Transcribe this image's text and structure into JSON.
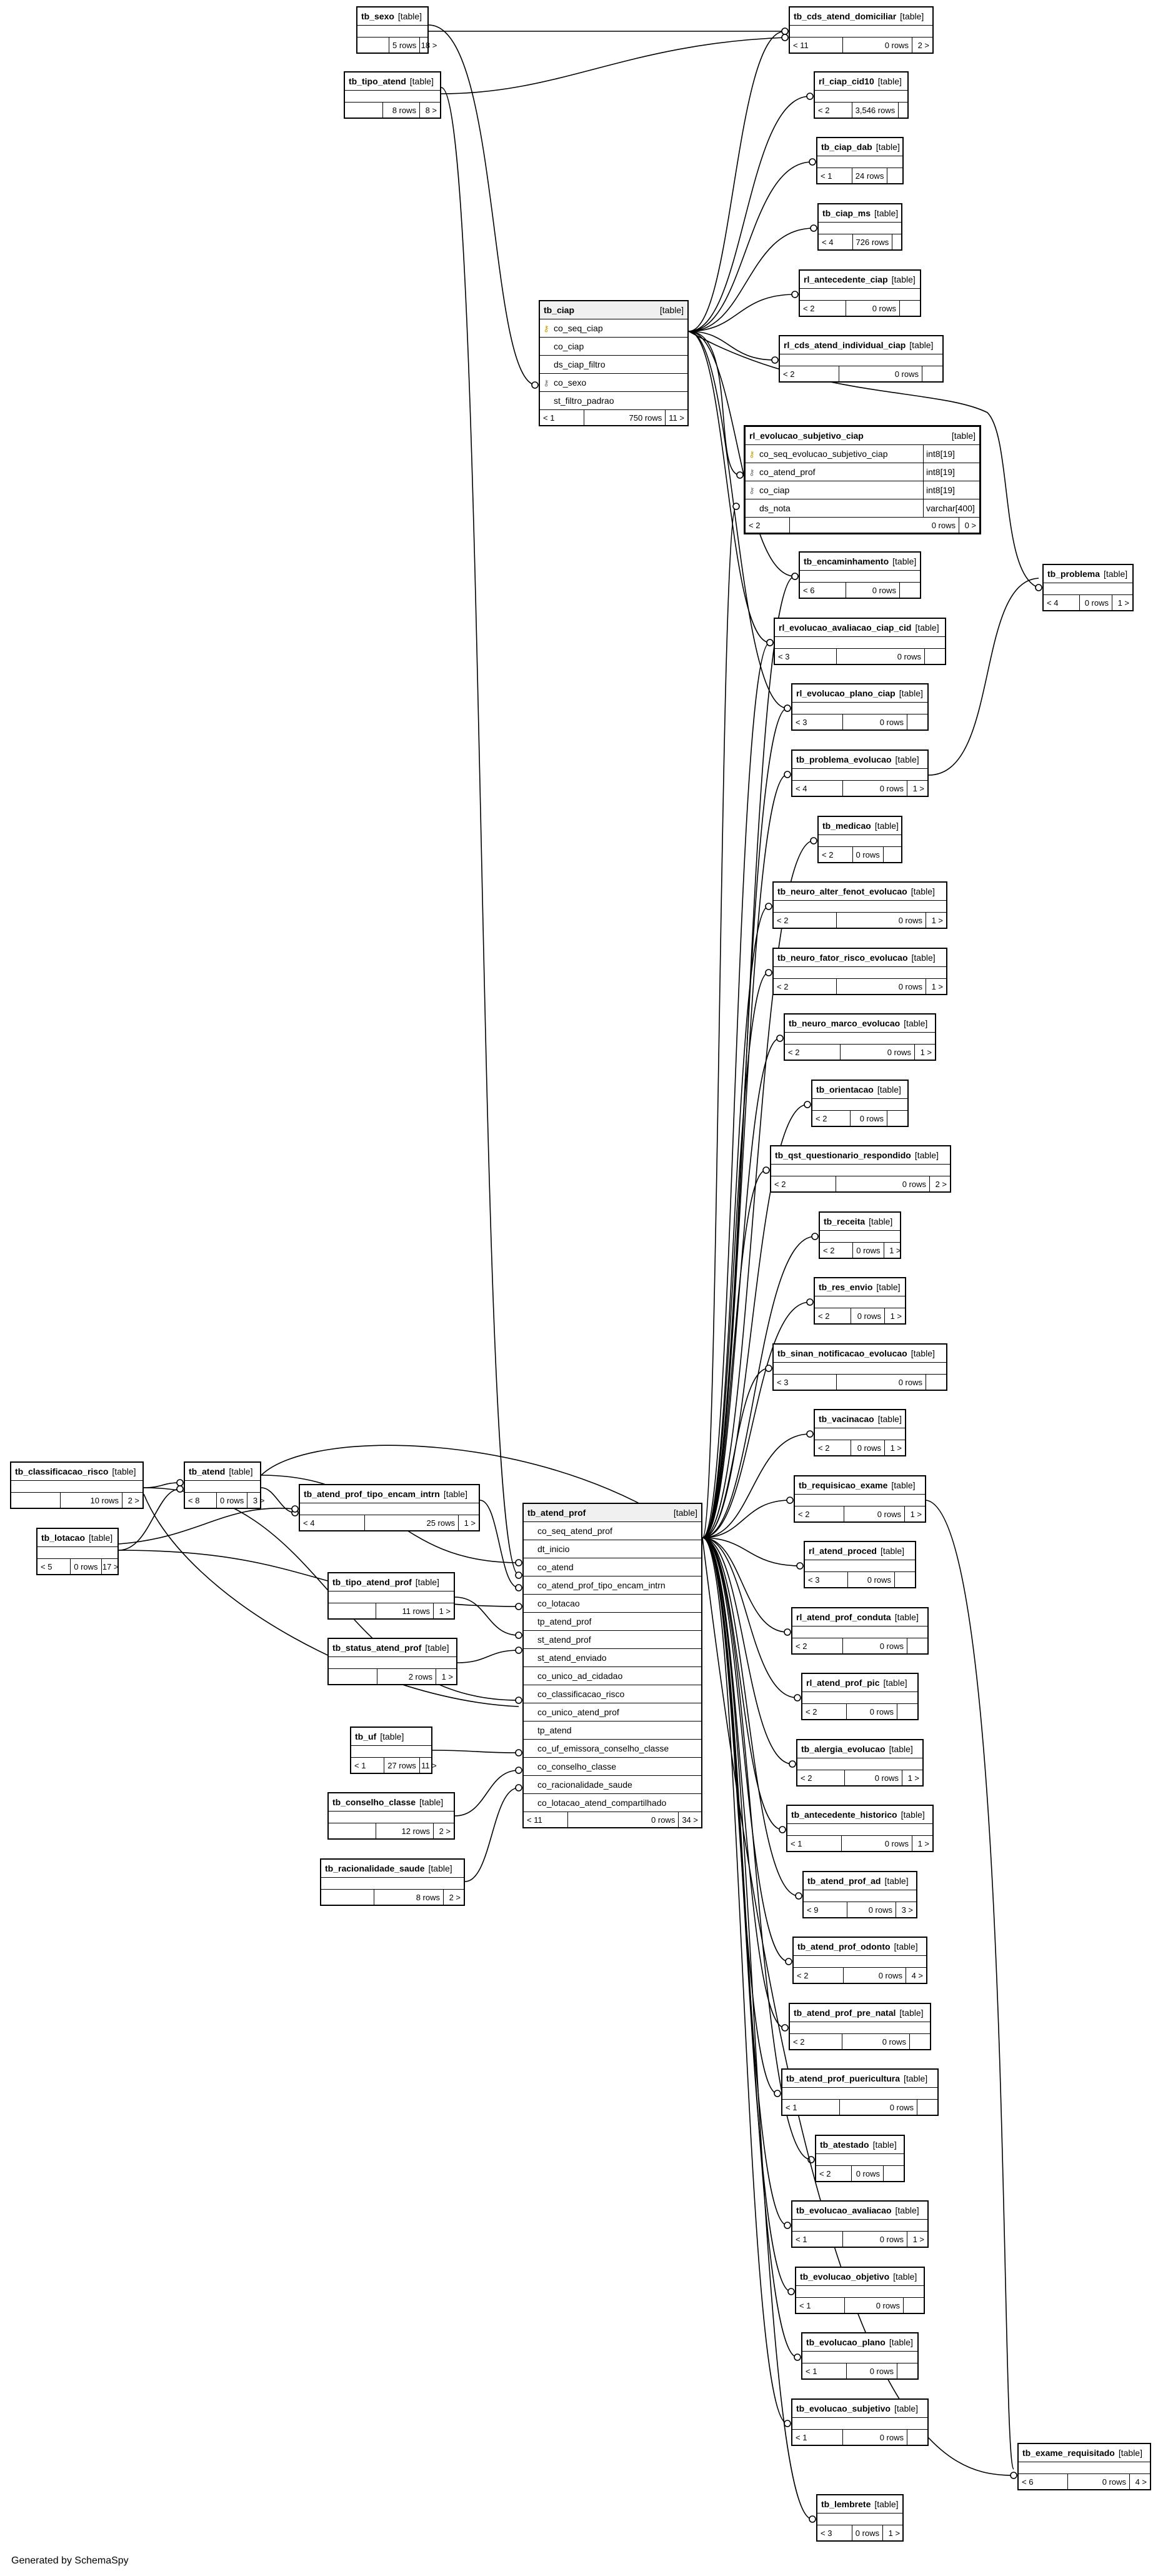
{
  "generated_by": "Generated by SchemaSpy",
  "table_kind": "[table]",
  "tables": [
    {
      "id": "tb_sexo",
      "name": "tb_sexo",
      "parents": "",
      "rows": "5 rows",
      "children": "18 >"
    },
    {
      "id": "tb_tipo_atend",
      "name": "tb_tipo_atend",
      "parents": "",
      "rows": "8 rows",
      "children": "8 >"
    },
    {
      "id": "tb_cds_atend_domiciliar",
      "name": "tb_cds_atend_domiciliar",
      "parents": "< 11",
      "rows": "0 rows",
      "children": "2 >"
    },
    {
      "id": "rl_ciap_cid10",
      "name": "rl_ciap_cid10",
      "parents": "< 2",
      "rows": "3,546 rows",
      "children": ""
    },
    {
      "id": "tb_ciap_dab",
      "name": "tb_ciap_dab",
      "parents": "< 1",
      "rows": "24 rows",
      "children": ""
    },
    {
      "id": "tb_ciap_ms",
      "name": "tb_ciap_ms",
      "parents": "< 4",
      "rows": "726 rows",
      "children": ""
    },
    {
      "id": "rl_antecedente_ciap",
      "name": "rl_antecedente_ciap",
      "parents": "< 2",
      "rows": "0 rows",
      "children": ""
    },
    {
      "id": "rl_cds_atend_individual_ciap",
      "name": "rl_cds_atend_individual_ciap",
      "parents": "< 2",
      "rows": "0 rows",
      "children": ""
    },
    {
      "id": "tb_ciap",
      "name": "tb_ciap",
      "parents": "< 1",
      "rows": "750 rows",
      "children": "11 >",
      "columns": [
        {
          "key": "pk",
          "name": "co_seq_ciap"
        },
        {
          "key": "",
          "name": "co_ciap"
        },
        {
          "key": "",
          "name": "ds_ciap_filtro"
        },
        {
          "key": "fk",
          "name": "co_sexo"
        },
        {
          "key": "",
          "name": "st_filtro_padrao"
        }
      ]
    },
    {
      "id": "rl_evolucao_subjetivo_ciap",
      "name": "rl_evolucao_subjetivo_ciap",
      "parents": "< 2",
      "rows": "0 rows",
      "children": "0 >",
      "columns": [
        {
          "key": "pk",
          "name": "co_seq_evolucao_subjetivo_ciap",
          "type": "int8[19]"
        },
        {
          "key": "fk",
          "name": "co_atend_prof",
          "type": "int8[19]"
        },
        {
          "key": "fk",
          "name": "co_ciap",
          "type": "int8[19]"
        },
        {
          "key": "",
          "name": "ds_nota",
          "type": "varchar[400]"
        }
      ]
    },
    {
      "id": "tb_problema",
      "name": "tb_problema",
      "parents": "< 4",
      "rows": "0 rows",
      "children": "1 >"
    },
    {
      "id": "tb_encaminhamento",
      "name": "tb_encaminhamento",
      "parents": "< 6",
      "rows": "0 rows",
      "children": ""
    },
    {
      "id": "rl_evolucao_avaliacao_ciap_cid",
      "name": "rl_evolucao_avaliacao_ciap_cid",
      "parents": "< 3",
      "rows": "0 rows",
      "children": ""
    },
    {
      "id": "rl_evolucao_plano_ciap",
      "name": "rl_evolucao_plano_ciap",
      "parents": "< 3",
      "rows": "0 rows",
      "children": ""
    },
    {
      "id": "tb_problema_evolucao",
      "name": "tb_problema_evolucao",
      "parents": "< 4",
      "rows": "0 rows",
      "children": "1 >"
    },
    {
      "id": "tb_medicao",
      "name": "tb_medicao",
      "parents": "< 2",
      "rows": "0 rows",
      "children": ""
    },
    {
      "id": "tb_neuro_alter_fenot_evolucao",
      "name": "tb_neuro_alter_fenot_evolucao",
      "parents": "< 2",
      "rows": "0 rows",
      "children": "1 >"
    },
    {
      "id": "tb_neuro_fator_risco_evolucao",
      "name": "tb_neuro_fator_risco_evolucao",
      "parents": "< 2",
      "rows": "0 rows",
      "children": "1 >"
    },
    {
      "id": "tb_neuro_marco_evolucao",
      "name": "tb_neuro_marco_evolucao",
      "parents": "< 2",
      "rows": "0 rows",
      "children": "1 >"
    },
    {
      "id": "tb_orientacao",
      "name": "tb_orientacao",
      "parents": "< 2",
      "rows": "0 rows",
      "children": ""
    },
    {
      "id": "tb_qst_questionario_respondido",
      "name": "tb_qst_questionario_respondido",
      "parents": "< 2",
      "rows": "0 rows",
      "children": "2 >"
    },
    {
      "id": "tb_receita",
      "name": "tb_receita",
      "parents": "< 2",
      "rows": "0 rows",
      "children": "1 >"
    },
    {
      "id": "tb_res_envio",
      "name": "tb_res_envio",
      "parents": "< 2",
      "rows": "0 rows",
      "children": "1 >"
    },
    {
      "id": "tb_sinan_notificacao_evolucao",
      "name": "tb_sinan_notificacao_evolucao",
      "parents": "< 3",
      "rows": "0 rows",
      "children": ""
    },
    {
      "id": "tb_vacinacao",
      "name": "tb_vacinacao",
      "parents": "< 2",
      "rows": "0 rows",
      "children": "1 >"
    },
    {
      "id": "tb_requisicao_exame",
      "name": "tb_requisicao_exame",
      "parents": "< 2",
      "rows": "0 rows",
      "children": "1 >"
    },
    {
      "id": "rl_atend_proced",
      "name": "rl_atend_proced",
      "parents": "< 3",
      "rows": "0 rows",
      "children": ""
    },
    {
      "id": "rl_atend_prof_conduta",
      "name": "rl_atend_prof_conduta",
      "parents": "< 2",
      "rows": "0 rows",
      "children": ""
    },
    {
      "id": "rl_atend_prof_pic",
      "name": "rl_atend_prof_pic",
      "parents": "< 2",
      "rows": "0 rows",
      "children": ""
    },
    {
      "id": "tb_alergia_evolucao",
      "name": "tb_alergia_evolucao",
      "parents": "< 2",
      "rows": "0 rows",
      "children": "1 >"
    },
    {
      "id": "tb_antecedente_historico",
      "name": "tb_antecedente_historico",
      "parents": "< 1",
      "rows": "0 rows",
      "children": "1 >"
    },
    {
      "id": "tb_atend_prof_ad",
      "name": "tb_atend_prof_ad",
      "parents": "< 9",
      "rows": "0 rows",
      "children": "3 >"
    },
    {
      "id": "tb_atend_prof_odonto",
      "name": "tb_atend_prof_odonto",
      "parents": "< 2",
      "rows": "0 rows",
      "children": "4 >"
    },
    {
      "id": "tb_atend_prof_pre_natal",
      "name": "tb_atend_prof_pre_natal",
      "parents": "< 2",
      "rows": "0 rows",
      "children": ""
    },
    {
      "id": "tb_atend_prof_puericultura",
      "name": "tb_atend_prof_puericultura",
      "parents": "< 1",
      "rows": "0 rows",
      "children": ""
    },
    {
      "id": "tb_atestado",
      "name": "tb_atestado",
      "parents": "< 2",
      "rows": "0 rows",
      "children": ""
    },
    {
      "id": "tb_evolucao_avaliacao",
      "name": "tb_evolucao_avaliacao",
      "parents": "< 1",
      "rows": "0 rows",
      "children": "1 >"
    },
    {
      "id": "tb_evolucao_objetivo",
      "name": "tb_evolucao_objetivo",
      "parents": "< 1",
      "rows": "0 rows",
      "children": ""
    },
    {
      "id": "tb_evolucao_plano",
      "name": "tb_evolucao_plano",
      "parents": "< 1",
      "rows": "0 rows",
      "children": ""
    },
    {
      "id": "tb_evolucao_subjetivo",
      "name": "tb_evolucao_subjetivo",
      "parents": "< 1",
      "rows": "0 rows",
      "children": ""
    },
    {
      "id": "tb_exame_requisitado",
      "name": "tb_exame_requisitado",
      "parents": "< 6",
      "rows": "0 rows",
      "children": "4 >"
    },
    {
      "id": "tb_lembrete",
      "name": "tb_lembrete",
      "parents": "< 3",
      "rows": "0 rows",
      "children": "1 >"
    },
    {
      "id": "tb_classificacao_risco",
      "name": "tb_classificacao_risco",
      "parents": "",
      "rows": "10 rows",
      "children": "2 >"
    },
    {
      "id": "tb_atend",
      "name": "tb_atend",
      "parents": "< 8",
      "rows": "0 rows",
      "children": "3 >"
    },
    {
      "id": "tb_atend_prof_tipo_encam_intrn",
      "name": "tb_atend_prof_tipo_encam_intrn",
      "parents": "< 4",
      "rows": "25 rows",
      "children": "1 >"
    },
    {
      "id": "tb_lotacao",
      "name": "tb_lotacao",
      "parents": "< 5",
      "rows": "0 rows",
      "children": "17 >"
    },
    {
      "id": "tb_tipo_atend_prof",
      "name": "tb_tipo_atend_prof",
      "parents": "",
      "rows": "11 rows",
      "children": "1 >"
    },
    {
      "id": "tb_status_atend_prof",
      "name": "tb_status_atend_prof",
      "parents": "",
      "rows": "2 rows",
      "children": "1 >"
    },
    {
      "id": "tb_uf",
      "name": "tb_uf",
      "parents": "< 1",
      "rows": "27 rows",
      "children": "11 >"
    },
    {
      "id": "tb_conselho_classe",
      "name": "tb_conselho_classe",
      "parents": "",
      "rows": "12 rows",
      "children": "2 >"
    },
    {
      "id": "tb_racionalidade_saude",
      "name": "tb_racionalidade_saude",
      "parents": "",
      "rows": "8 rows",
      "children": "2 >"
    },
    {
      "id": "tb_atend_prof",
      "name": "tb_atend_prof",
      "parents": "< 11",
      "rows": "0 rows",
      "children": "34 >",
      "columns": [
        {
          "key": "",
          "name": "co_seq_atend_prof"
        },
        {
          "key": "",
          "name": "dt_inicio"
        },
        {
          "key": "",
          "name": "co_atend"
        },
        {
          "key": "",
          "name": "co_atend_prof_tipo_encam_intrn"
        },
        {
          "key": "",
          "name": "co_lotacao"
        },
        {
          "key": "",
          "name": "tp_atend_prof"
        },
        {
          "key": "",
          "name": "st_atend_prof"
        },
        {
          "key": "",
          "name": "st_atend_enviado"
        },
        {
          "key": "",
          "name": "co_unico_ad_cidadao"
        },
        {
          "key": "",
          "name": "co_classificacao_risco"
        },
        {
          "key": "",
          "name": "co_unico_atend_prof"
        },
        {
          "key": "",
          "name": "tp_atend"
        },
        {
          "key": "",
          "name": "co_uf_emissora_conselho_classe"
        },
        {
          "key": "",
          "name": "co_conselho_classe"
        },
        {
          "key": "",
          "name": "co_racionalidade_saude"
        },
        {
          "key": "",
          "name": "co_lotacao_atend_compartilhado"
        }
      ]
    }
  ]
}
